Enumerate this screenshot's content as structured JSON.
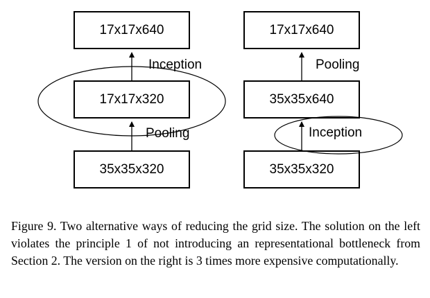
{
  "left_panel": {
    "boxes": {
      "top": "17x17x640",
      "middle": "17x17x320",
      "bottom": "35x35x320"
    },
    "labels": {
      "upper_arrow": "Inception",
      "lower_arrow": "Pooling"
    },
    "circled_label": "Inception"
  },
  "right_panel": {
    "boxes": {
      "top": "17x17x640",
      "middle": "35x35x640",
      "bottom": "35x35x320"
    },
    "labels": {
      "upper_arrow": "Pooling",
      "lower_arrow": "Inception"
    },
    "circled_label": "Inception"
  },
  "caption": {
    "text": "Figure 9. Two alternative ways of reducing the grid size. The solution on the left violates the principle 1 of not introducing an representational bottleneck from Section 2. The version on the right is 3 times more expensive computationally."
  }
}
